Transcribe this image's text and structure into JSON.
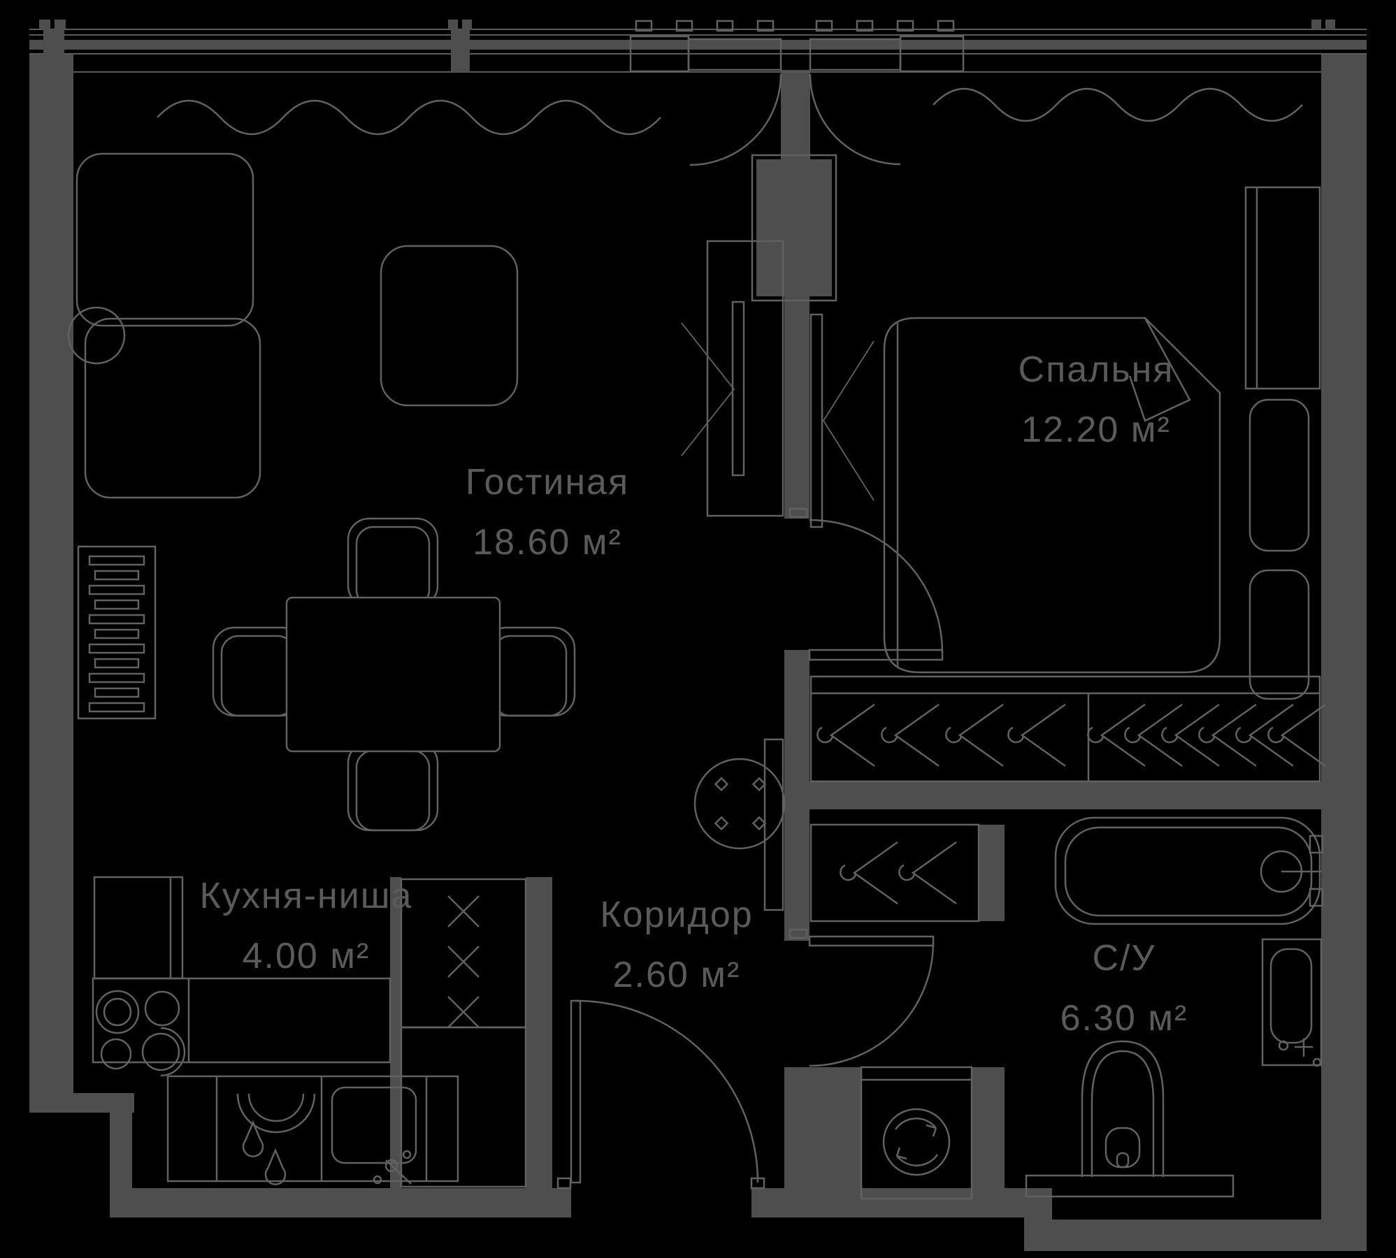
{
  "colors": {
    "background": "#000000",
    "wall": "#4e4e4e",
    "furniture_line": "#616161",
    "label_text": "#5a5a5a"
  },
  "rooms": [
    {
      "id": "living",
      "name": "Гостиная",
      "area": "18.60 м²"
    },
    {
      "id": "bedroom",
      "name": "Спальня",
      "area": "12.20 м²"
    },
    {
      "id": "kitchen",
      "name": "Кухня-ниша",
      "area": "4.00 м²"
    },
    {
      "id": "corridor",
      "name": "Коридор",
      "area": "2.60 м²"
    },
    {
      "id": "bathroom",
      "name": "С/У",
      "area": "6.30 м²"
    }
  ],
  "furniture": [
    "sofa",
    "coffee-table",
    "dining-table",
    "chairs",
    "radiator",
    "tv-cabinet",
    "tv",
    "bed",
    "nightstands",
    "wardrobe-hangers",
    "coat-closet",
    "round-table",
    "console",
    "fridge",
    "kitchen-cabinet",
    "stove",
    "kitchen-sink",
    "fruit-bowl",
    "bathtub",
    "wash-basin",
    "toilet",
    "washing-machine",
    "balcony-doors",
    "entrance-door",
    "curtains"
  ]
}
